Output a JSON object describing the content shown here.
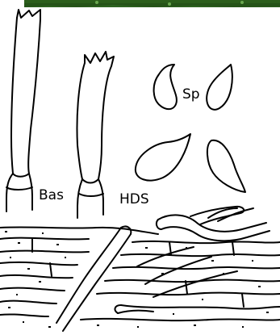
{
  "labels": {
    "basidia": "Bas",
    "pileipellis": "HDS",
    "spores": "Sp"
  },
  "colors": {
    "ink": "#000000",
    "paper": "#ffffff",
    "photo_green_dark": "#1f4a14",
    "photo_green_light": "#3f7d2a"
  }
}
